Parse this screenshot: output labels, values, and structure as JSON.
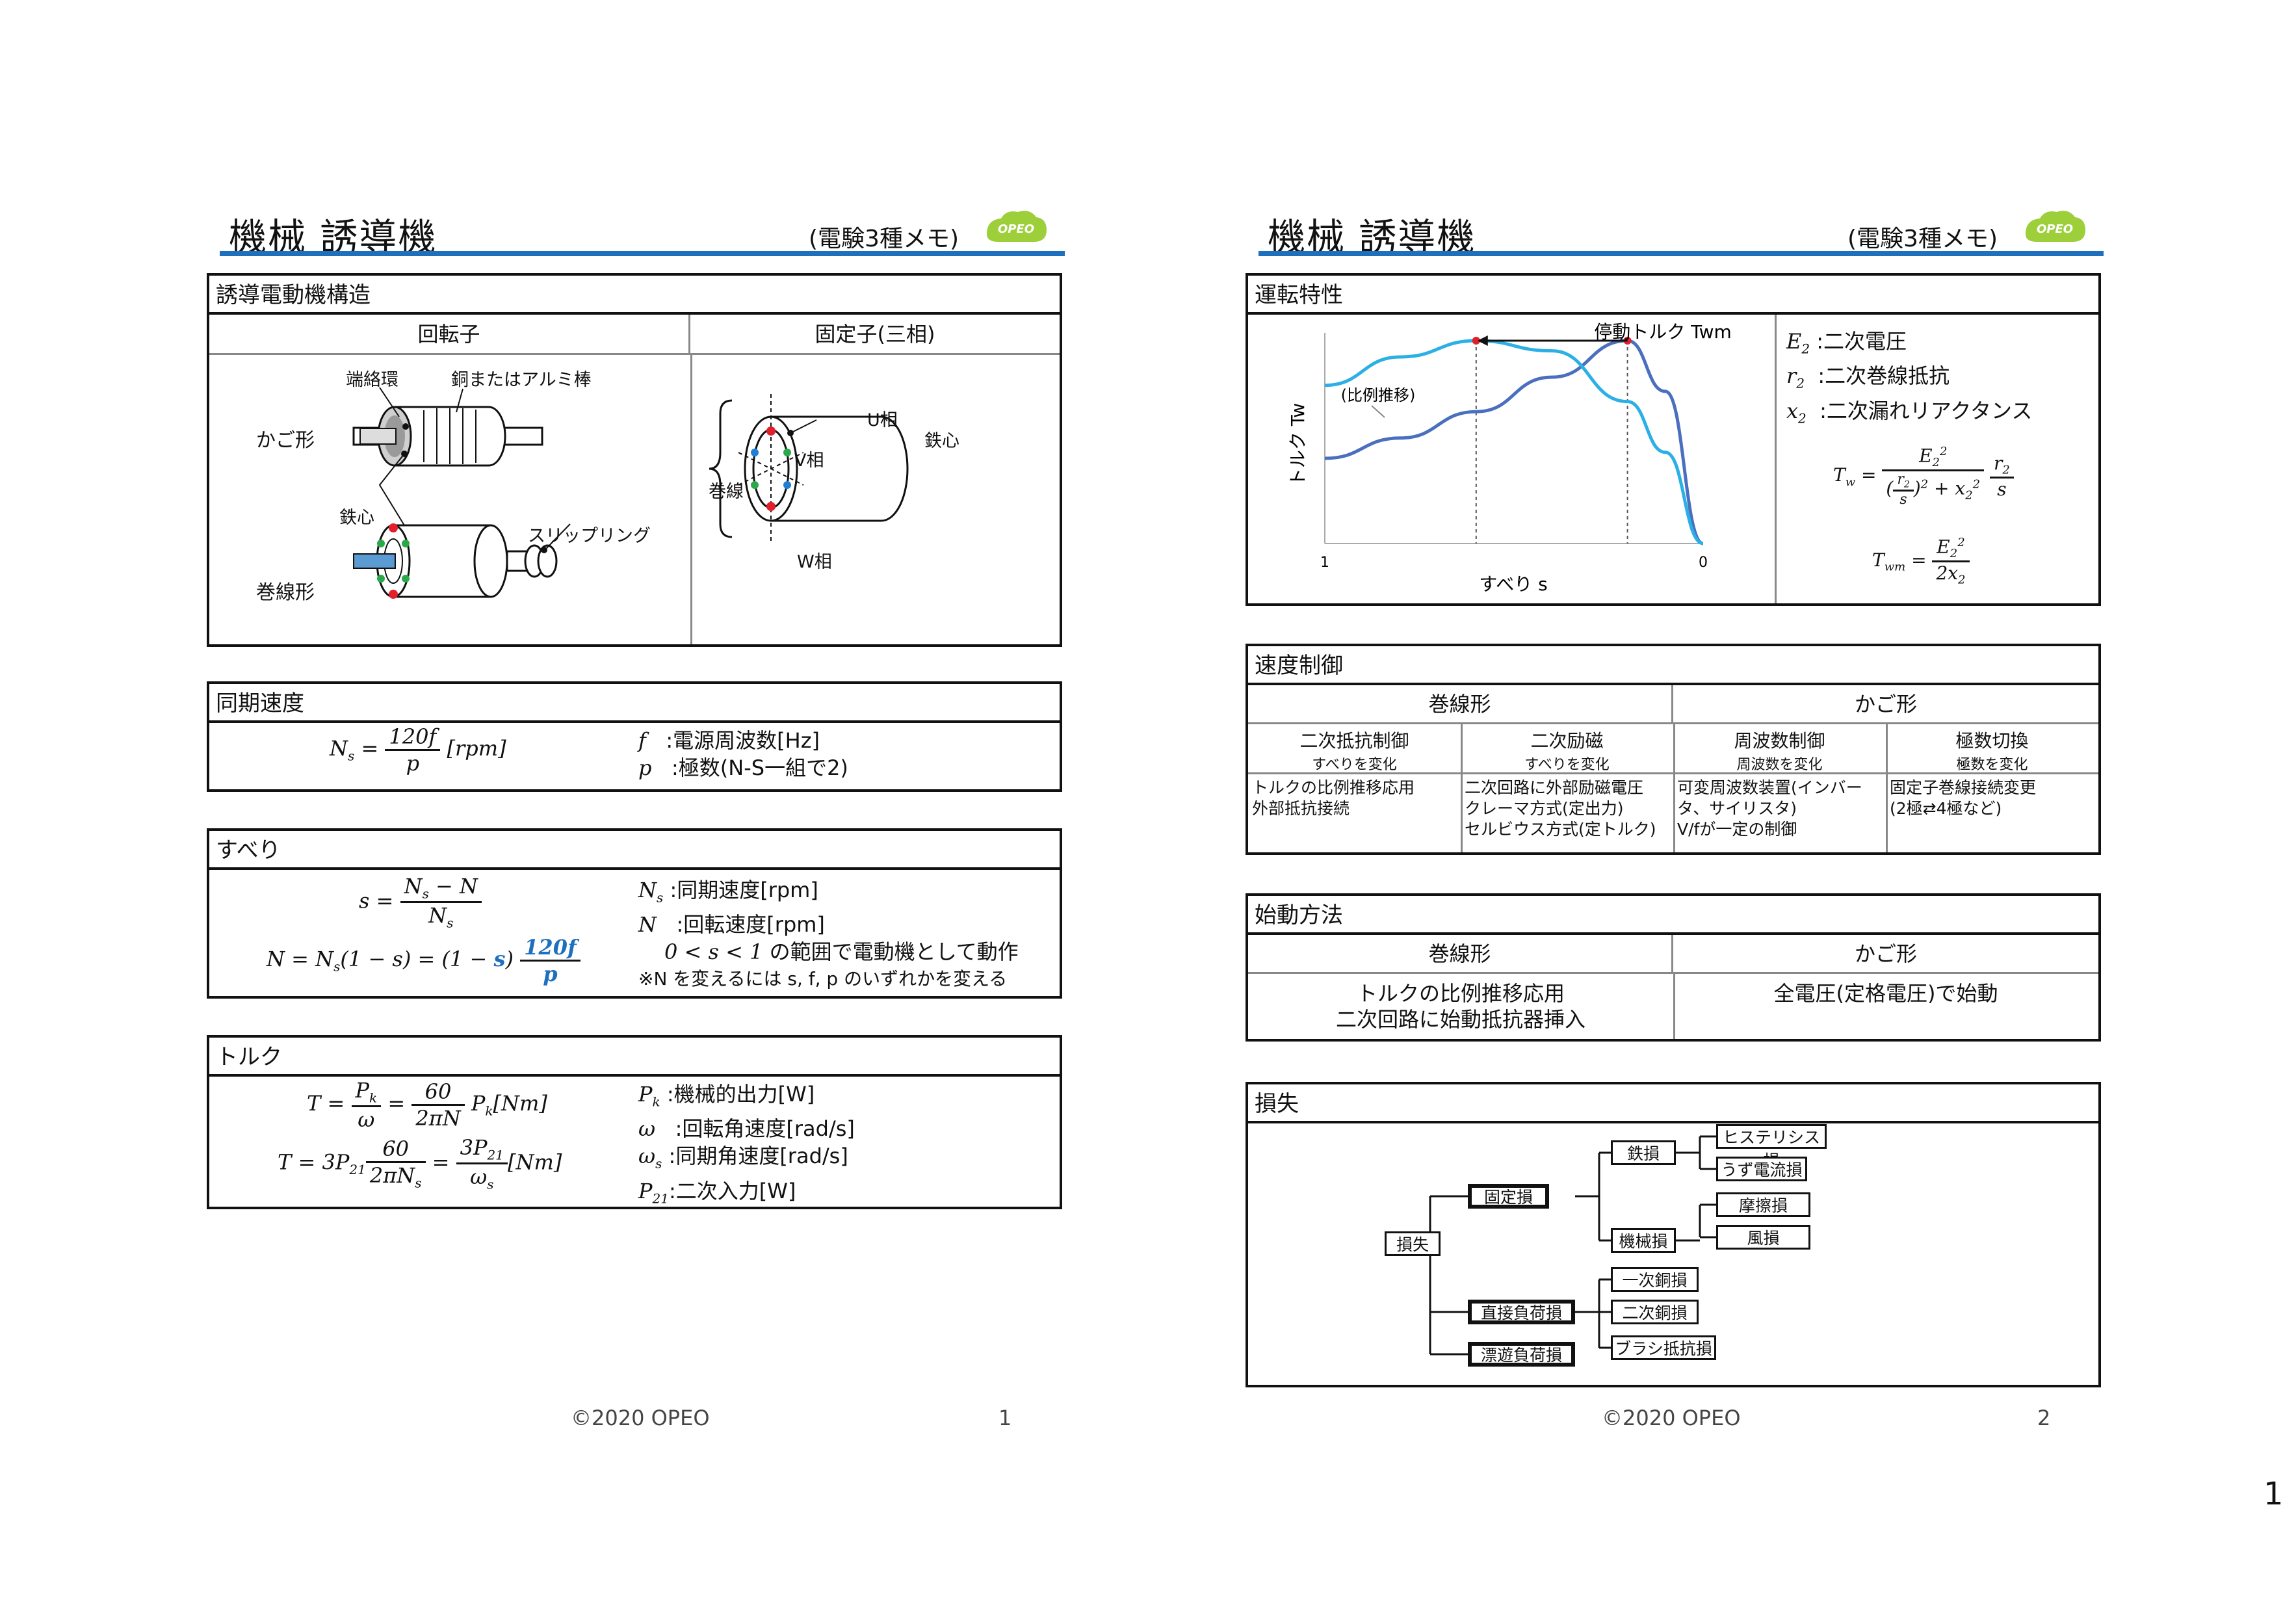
{
  "page_number": "1",
  "pages": [
    {
      "title": "機械 誘導機",
      "subtitle": "(電験3種メモ)",
      "logo": "OPEO",
      "footer": "©2020 OPEO",
      "page_no": "1",
      "structure": {
        "heading": "誘導電動機構造",
        "col_rotor": "回転子",
        "col_stator": "固定子(三相)",
        "label_end_ring": "端絡環",
        "label_bar": "銅またはアルミ棒",
        "label_cage": "かご形",
        "label_core": "鉄心",
        "label_slip_ring": "スリップリング",
        "label_wound": "巻線形",
        "label_u": "U相",
        "label_v": "V相",
        "label_w": "W相",
        "label_core2": "鉄心",
        "label_winding": "巻線"
      },
      "sync": {
        "heading": "同期速度",
        "f_desc": ":電源周波数[Hz]",
        "p_desc": ":極数(N-S一組で2)"
      },
      "slip": {
        "heading": "すべり",
        "ns_desc": ":同期速度[rpm]",
        "n_desc": ":回転速度[rpm]",
        "range_text": "の範囲で電動機として動作",
        "note": "※N を変えるには s, f, p のいずれかを変える"
      },
      "torque": {
        "heading": "トルク",
        "pk_desc": ":機械的出力[W]",
        "omega_desc": ":回転角速度[rad/s]",
        "omegas_desc": ":同期角速度[rad/s]",
        "p21_desc": ":二次入力[W]"
      }
    },
    {
      "title": "機械 誘導機",
      "subtitle": "(電験3種メモ)",
      "logo": "OPEO",
      "footer": "©2020 OPEO",
      "page_no": "2",
      "operation": {
        "heading": "運転特性",
        "stall_label": "停動トルク Twm",
        "prop_label": "(比例推移)",
        "y_label": "トルク Tw",
        "x_label": "すべり s",
        "x_tick_left": "1",
        "x_tick_right": "0",
        "e2_desc": ":二次電圧",
        "r2_desc": ":二次巻線抵抗",
        "x2_desc": ":二次漏れリアクタンス"
      },
      "speed": {
        "heading": "速度制御",
        "group_wound": "巻線形",
        "group_cage": "かご形",
        "columns": [
          {
            "name": "二次抵抗制御",
            "sub": "すべりを変化",
            "desc": [
              "トルクの比例推移応用",
              "外部抵抗接続"
            ]
          },
          {
            "name": "二次励磁",
            "sub": "すべりを変化",
            "desc": [
              "二次回路に外部励磁電圧",
              "クレーマ方式(定出力)",
              "セルビウス方式(定トルク)"
            ]
          },
          {
            "name": "周波数制御",
            "sub": "周波数を変化",
            "desc": [
              "可変周波数装置(インバー",
              "タ、サイリスタ)",
              "V/fが一定の制御"
            ]
          },
          {
            "name": "極数切換",
            "sub": "極数を変化",
            "desc": [
              "固定子巻線接続変更",
              "(2極⇄4極など)"
            ]
          }
        ]
      },
      "start": {
        "heading": "始動方法",
        "col_wound": "巻線形",
        "col_cage": "かご形",
        "wound_line1": "トルクの比例推移応用",
        "wound_line2": "二次回路に始動抵抗器挿入",
        "cage_text": "全電圧(定格電圧)で始動"
      },
      "loss": {
        "heading": "損失",
        "root": "損失",
        "fixed": "固定損",
        "iron": "鉄損",
        "hysteresis": "ヒステリシス損",
        "eddy": "うず電流損",
        "mech": "機械損",
        "friction": "摩擦損",
        "windage": "風損",
        "direct": "直接負荷損",
        "primary_cu": "一次銅損",
        "secondary_cu": "二次銅損",
        "brush": "ブラシ抵抗損",
        "stray": "漂遊負荷損"
      }
    }
  ],
  "chart_data": {
    "type": "line",
    "xlabel": "すべり s",
    "ylabel": "トルク Tw",
    "x": [
      1.0,
      0.8,
      0.6,
      0.4,
      0.2,
      0.1,
      0.0
    ],
    "series": [
      {
        "values": [
          0.42,
          0.52,
          0.65,
          0.82,
          1.0,
          0.75,
          0.0
        ]
      },
      {
        "values": [
          0.78,
          0.92,
          1.0,
          0.95,
          0.7,
          0.45,
          0.0
        ]
      }
    ],
    "colors": [
      "#4a6fbe",
      "#2ab0e6"
    ],
    "markers": "#e0202a"
  }
}
